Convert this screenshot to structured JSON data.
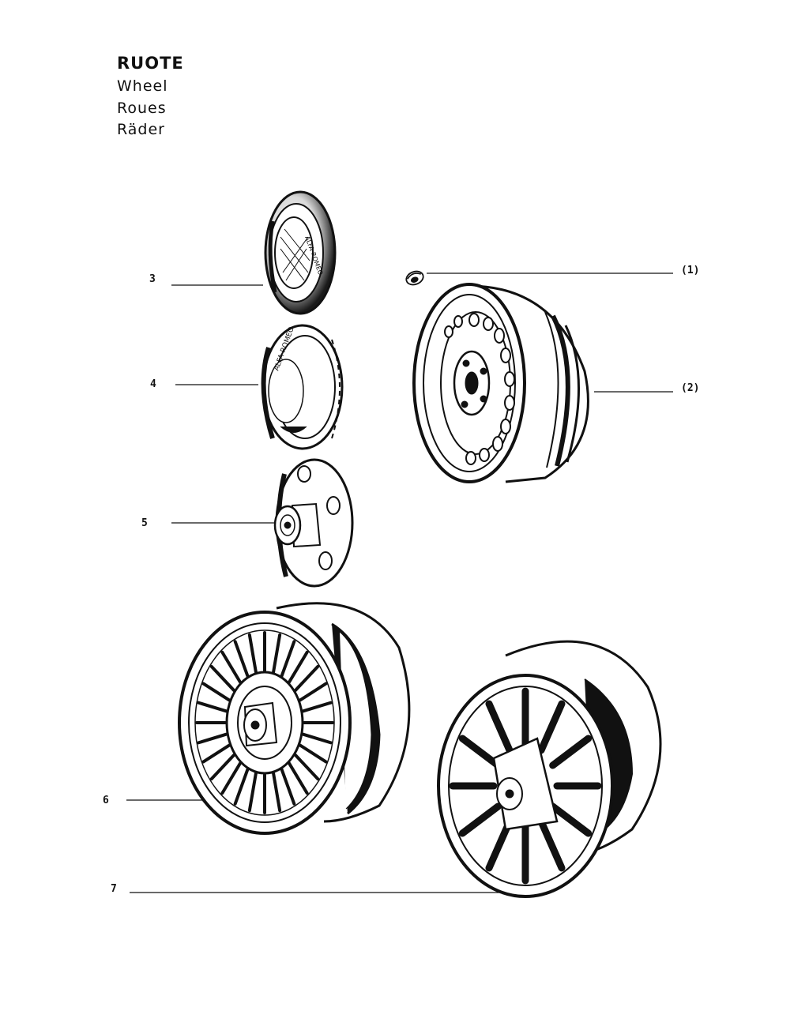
{
  "header": {
    "title_it": "RUOTE",
    "title_en": "Wheel",
    "title_fr": "Roues",
    "title_de": "Räder"
  },
  "callouts": [
    "3",
    "4",
    "5",
    "6",
    "7",
    "(1)",
    "(2)"
  ],
  "hubcap_lettering": [
    "ALFA ROMEO",
    "ALFA ROMEO"
  ],
  "colors": {
    "ink": "#111111",
    "paper": "#ffffff"
  }
}
